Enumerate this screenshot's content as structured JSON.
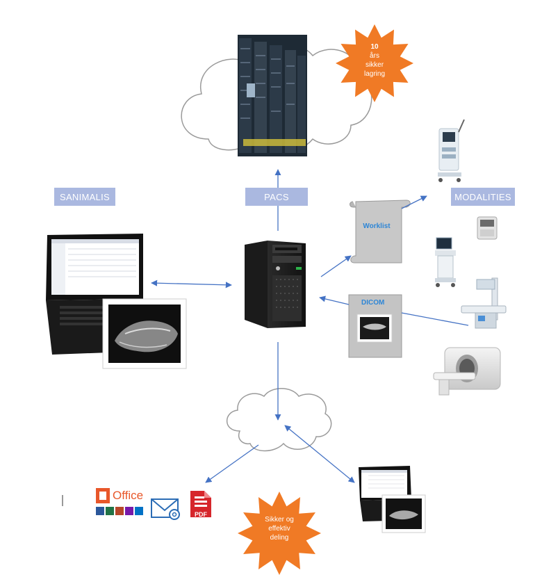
{
  "labels": {
    "sanimalis": "SANIMALIS",
    "pacs": "PACS",
    "modalities": "MODALITIES"
  },
  "badges": {
    "storage": [
      "10",
      "års",
      "sikker",
      "lagring"
    ],
    "sharing": [
      "Sikker og",
      "effektiv",
      "deling"
    ]
  },
  "documents": {
    "worklist": "Worklist",
    "dicom": "DICOM"
  },
  "apps": {
    "office": "Office",
    "pdf": "PDF"
  },
  "colors": {
    "arrow": "#4472c4",
    "label_bg": "#aab8e0",
    "star": "#f07a25",
    "cloud_stroke": "#9a9a9a"
  }
}
